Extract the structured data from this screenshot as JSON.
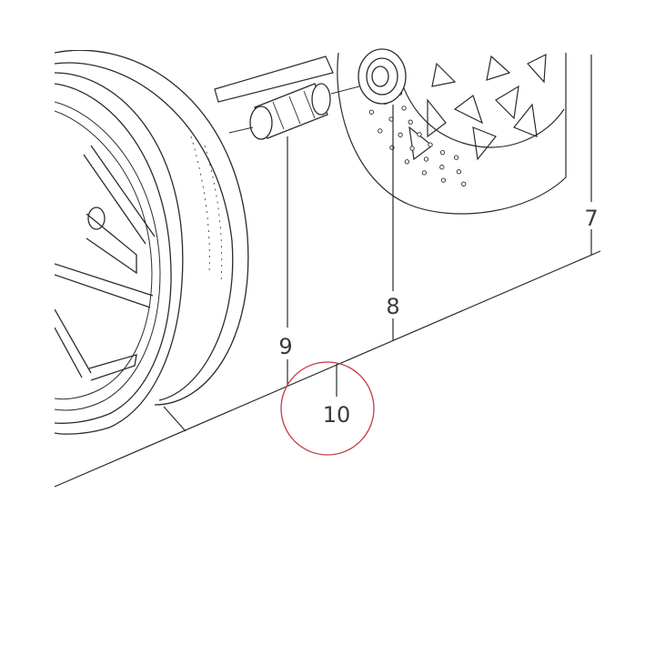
{
  "callouts": {
    "part_7": "7",
    "part_8": "8",
    "part_9": "9",
    "part_10": "10"
  },
  "colors": {
    "line": "#2b2b2b",
    "highlight_circle": "#c0394b"
  },
  "highlighted_part": "10"
}
